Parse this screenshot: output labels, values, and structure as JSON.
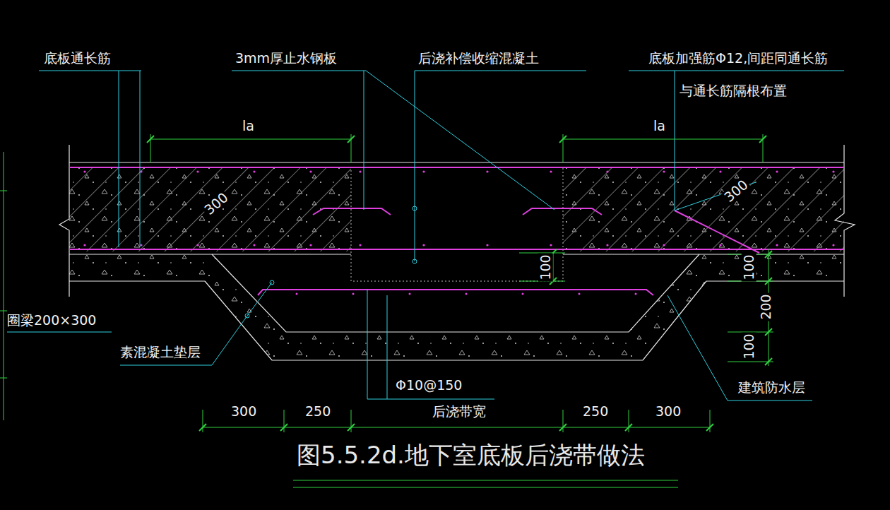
{
  "diagram": {
    "caption": "图5.5.2d.地下室底板后浇带做法",
    "labels": [
      "底板通长筋",
      "3mm厚止水钢板",
      "后浇补偿收缩混凝土",
      "底板加强筋Φ12,间距同通长筋",
      "与通长筋隔根布置",
      "la",
      "la",
      "300",
      "300",
      "100",
      "100",
      "200",
      "100",
      "圈梁200×300",
      "素混凝土垫层",
      "Φ10@150",
      "建筑防水层",
      "300",
      "250",
      "后浇带宽",
      "250",
      "300"
    ]
  }
}
